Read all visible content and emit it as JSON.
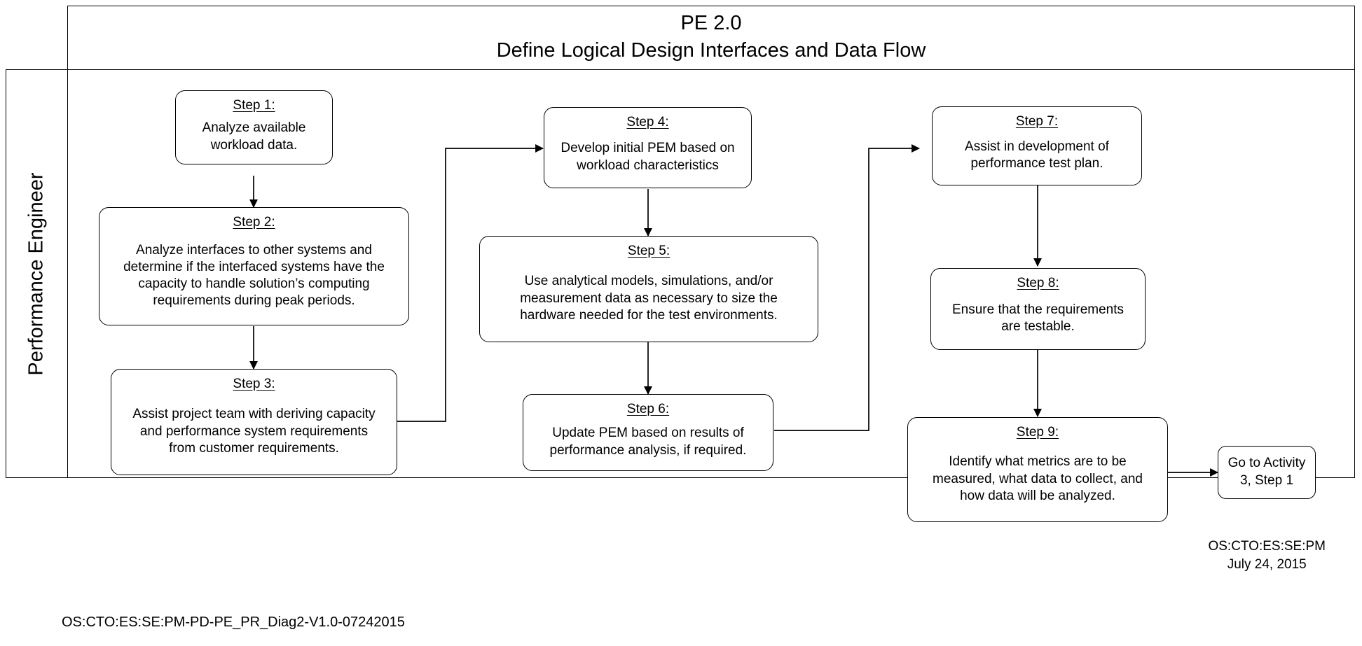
{
  "header": {
    "line1": "PE 2.0",
    "line2": "Define Logical Design Interfaces and Data Flow"
  },
  "lane": {
    "label": "Performance Engineer"
  },
  "nodes": [
    {
      "id": "step1",
      "title": "Step 1:",
      "body": "Analyze available\nworkload data."
    },
    {
      "id": "step2",
      "title": "Step 2:",
      "body": "Analyze interfaces to other systems and\ndetermine if the interfaced systems have the\ncapacity to handle solution’s computing\nrequirements during peak periods."
    },
    {
      "id": "step3",
      "title": "Step 3:",
      "body": "Assist project team with deriving capacity\nand performance system requirements\nfrom customer requirements."
    },
    {
      "id": "step4",
      "title": "Step 4:",
      "body": "Develop initial PEM based on\nworkload characteristics"
    },
    {
      "id": "step5",
      "title": "Step 5:",
      "body": "Use analytical models, simulations, and/or\nmeasurement data as necessary to size the\nhardware needed for the test environments."
    },
    {
      "id": "step6",
      "title": "Step 6:",
      "body": "Update PEM based on results of\nperformance analysis, if required."
    },
    {
      "id": "step7",
      "title": "Step 7:",
      "body": "Assist in development of\nperformance test plan."
    },
    {
      "id": "step8",
      "title": "Step 8:",
      "body": "Ensure that the requirements\nare testable."
    },
    {
      "id": "step9",
      "title": "Step 9:",
      "body": "Identify what metrics are to be\nmeasured, what data to collect, and\nhow data will be analyzed."
    }
  ],
  "terminator": {
    "label": "Go to Activity\n3, Step 1"
  },
  "footer": {
    "stamp_right": "OS:CTO:ES:SE:PM\nJuly 24, 2015",
    "stamp_bottom": "OS:CTO:ES:SE:PM-PD-PE_PR_Diag2-V1.0-07242015"
  },
  "flow": {
    "type": "flowchart",
    "edges": [
      "step1 -> step2",
      "step2 -> step3",
      "step3 -> step4",
      "step4 -> step5",
      "step5 -> step6",
      "step6 -> step7",
      "step7 -> step8",
      "step8 -> step9",
      "step9 -> terminator"
    ]
  },
  "colors": {
    "stroke": "#000000",
    "background": "#ffffff"
  }
}
